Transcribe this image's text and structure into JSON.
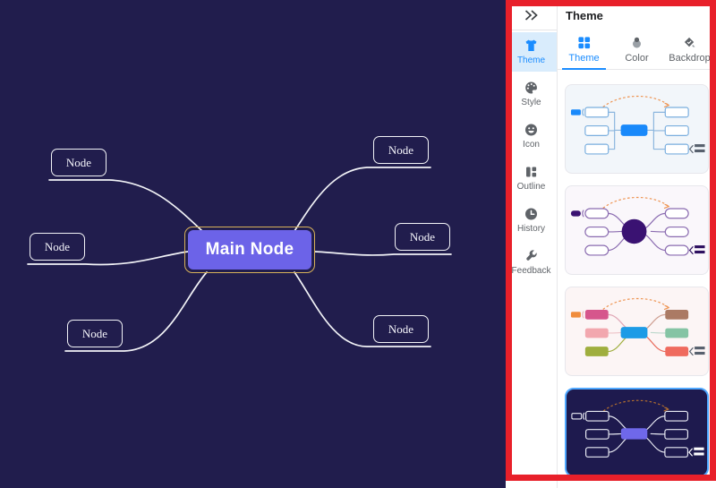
{
  "canvas": {
    "background_color": "#211d4d",
    "branch_color": "#f2f3f7",
    "node_label": "Node",
    "node_count": 6,
    "main_node": {
      "label": "Main Node",
      "fill_color": "#6c63e8",
      "text_color": "#ffffff",
      "selection_border_color": "#d8b25a"
    }
  },
  "panel": {
    "header": {
      "title": "Theme",
      "collapse_icon": "double-chevron-right-icon"
    },
    "rail": {
      "active_color": "#1a8cff",
      "active_background": "#d9ecfc",
      "items": [
        {
          "label": "Theme",
          "icon": "tshirt-icon",
          "active": true
        },
        {
          "label": "Style",
          "icon": "palette-icon",
          "active": false
        },
        {
          "label": "Icon",
          "icon": "smiley-icon",
          "active": false
        },
        {
          "label": "Outline",
          "icon": "layout-icon",
          "active": false
        },
        {
          "label": "History",
          "icon": "clock-icon",
          "active": false
        },
        {
          "label": "Feedback",
          "icon": "wrench-icon",
          "active": false
        }
      ]
    },
    "tabs": [
      {
        "label": "Theme",
        "icon": "grid-icon",
        "active": true
      },
      {
        "label": "Color",
        "icon": "color-icon",
        "active": false
      },
      {
        "label": "Backdrop",
        "icon": "backdrop-icon",
        "active": false
      }
    ],
    "themes": [
      {
        "name": "blue-light",
        "selected": false,
        "background": "#f2f6fa",
        "connector": "elbow",
        "node_shape": "rect",
        "node_fill": "#ffffff",
        "node_stroke": "#79aede",
        "center_shape": "rect",
        "center_fill": "#1989fa",
        "line_color": "#8cb6de",
        "small_fill": "#1989fa",
        "small_stroke": "none",
        "summary_color": "#57606d",
        "arc_color": "#ee9350"
      },
      {
        "name": "purple-light",
        "selected": false,
        "background": "#faf7fb",
        "connector": "curve",
        "node_shape": "pill",
        "node_fill": "#ffffff",
        "node_stroke": "#8a6bb0",
        "center_shape": "circle",
        "center_fill": "#3a1272",
        "line_color": "#8a6bb0",
        "small_fill": "#3a1272",
        "small_stroke": "none",
        "summary_color": "#2d1060",
        "arc_color": "#ee9350"
      },
      {
        "name": "colorful-light",
        "selected": false,
        "background": "#fcf5f5",
        "connector": "curve",
        "node_shape": "rect",
        "node_fill": "multi",
        "node_stroke": "none",
        "left_colors": [
          "#d6568c",
          "#f2a7ae",
          "#9fae3e"
        ],
        "right_colors": [
          "#ab7a64",
          "#85c4a4",
          "#ef6a5e"
        ],
        "line_colors_left": [
          "#e0a7b6",
          "#eec3c8",
          "#9fae3e"
        ],
        "line_colors_right": [
          "#cfa093",
          "#bcd8cc",
          "#e86858"
        ],
        "center_shape": "rect",
        "center_fill": "#1d9be6",
        "line_color": "#e7b6bb",
        "small_fill": "#f08c3c",
        "small_stroke": "none",
        "summary_color": "#57606d",
        "arc_color": "#ee9350"
      },
      {
        "name": "dark-navy",
        "selected": true,
        "selected_border": "#4fa8ff",
        "background": "#1e1a4e",
        "connector": "curve",
        "node_shape": "rect",
        "node_fill": "none",
        "node_stroke": "#e9ebf4",
        "center_shape": "rect",
        "center_fill": "#6f68ea",
        "line_color": "#e9ebf4",
        "small_fill": "none",
        "small_stroke": "#e9ebf4",
        "summary_color": "#ffffff",
        "arc_color": "#b5702e"
      }
    ]
  },
  "annotation": {
    "border_color": "#e8202a"
  }
}
